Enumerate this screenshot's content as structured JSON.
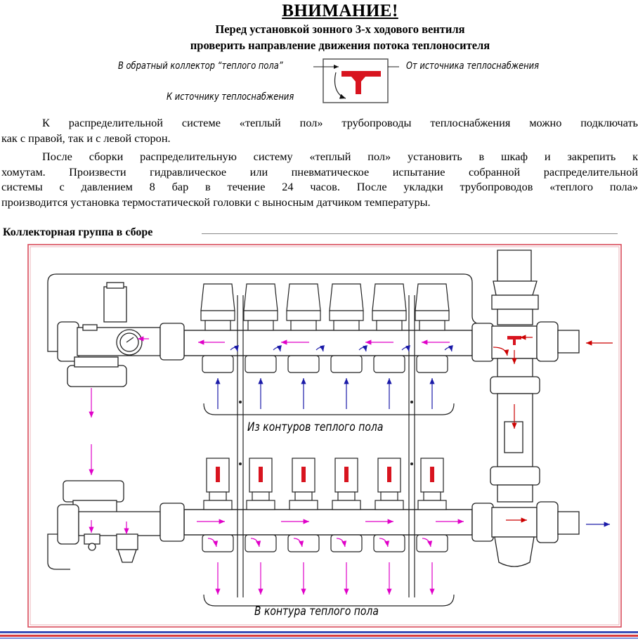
{
  "header": {
    "title": "ВНИМАНИЕ!",
    "line1": "Перед установкой зонного 3-х ходового вентиля",
    "line2": "проверить направление движения потока теплоносителя"
  },
  "valve_figure": {
    "label_return": "В обратный коллектор “теплого пола”",
    "label_from": "От источника теплоснабжения",
    "label_to": "К источнику теплоснабжения"
  },
  "body": {
    "p1_line1": "К распределительной системе «теплый пол» трубопроводы теплоснабжения можно подключать",
    "p1_line2": "как с правой, так и с левой сторон.",
    "p2_line1": "После сборки распределительную систему «теплый пол» установить в шкаф и закрепить к",
    "p2_line2": "хомутам. Произвести гидравлическое или пневматическое испытание собранной распределительной",
    "p2_line3": "системы с давлением 8 бар в течение 24 часов. После укладки трубопроводов «теплого пола»",
    "p2_line4": "производится установка термостатической головки с выносным датчиком температуры."
  },
  "section": {
    "title": "Коллекторная группа в сборе"
  },
  "diagram": {
    "label_from_loops": "Из контуров теплого пола",
    "label_to_loops": "В контура теплого пола",
    "outlets_count": 6,
    "colors": {
      "frame": "#d94b5a",
      "supply_arrow": "#cc0000",
      "return_arrow": "#1a1aa8",
      "internal_arrow": "#e000c8",
      "line": "#222222"
    }
  }
}
